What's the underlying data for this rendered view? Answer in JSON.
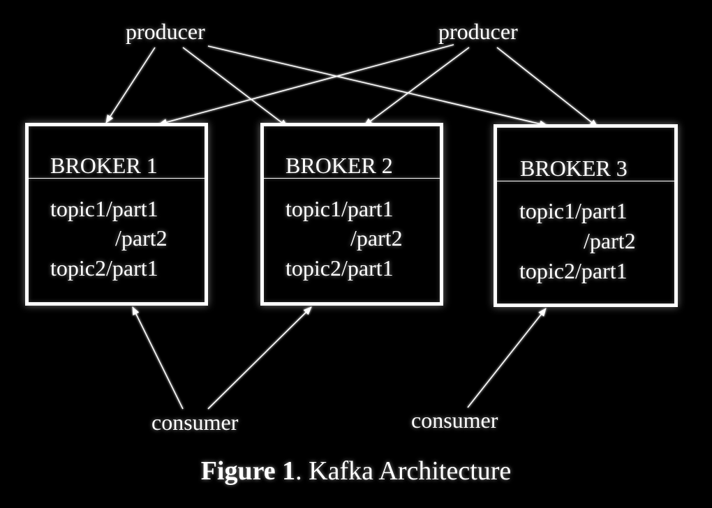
{
  "producers": [
    {
      "label": "producer"
    },
    {
      "label": "producer"
    }
  ],
  "brokers": [
    {
      "title": "BROKER 1",
      "lines": [
        "topic1/part1",
        "/part2",
        "topic2/part1"
      ]
    },
    {
      "title": "BROKER 2",
      "lines": [
        "topic1/part1",
        "/part2",
        "topic2/part1"
      ]
    },
    {
      "title": "BROKER 3",
      "lines": [
        "topic1/part1",
        "/part2",
        "topic2/part1"
      ]
    }
  ],
  "consumers": [
    {
      "label": "consumer"
    },
    {
      "label": "consumer"
    }
  ],
  "caption": {
    "figure": "Figure 1",
    "text": ". Kafka Architecture"
  },
  "connections": [
    {
      "from": "producer-1",
      "to": "broker-1"
    },
    {
      "from": "producer-1",
      "to": "broker-2"
    },
    {
      "from": "producer-1",
      "to": "broker-3"
    },
    {
      "from": "producer-2",
      "to": "broker-1"
    },
    {
      "from": "producer-2",
      "to": "broker-2"
    },
    {
      "from": "producer-2",
      "to": "broker-3"
    },
    {
      "from": "consumer-1",
      "to": "broker-1"
    },
    {
      "from": "consumer-1",
      "to": "broker-2"
    },
    {
      "from": "consumer-2",
      "to": "broker-3"
    }
  ],
  "colors": {
    "background": "#000000",
    "foreground": "#ffffff"
  }
}
